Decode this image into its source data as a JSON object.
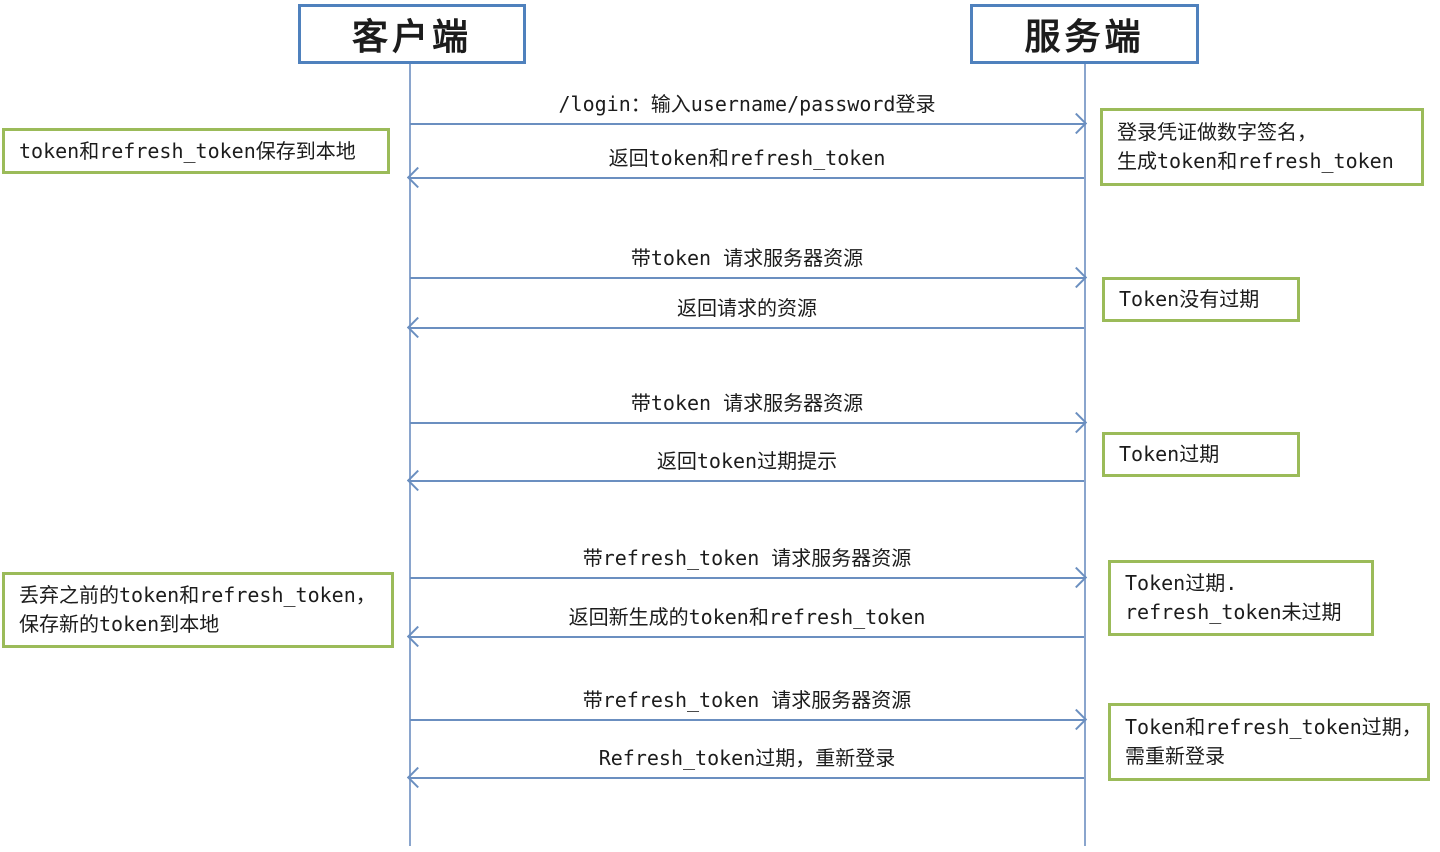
{
  "diagram": {
    "type": "sequence",
    "actors": [
      {
        "id": "client",
        "label": "客户端"
      },
      {
        "id": "server",
        "label": "服务端"
      }
    ],
    "messages": [
      {
        "dir": "right",
        "label": "/login：输入username/password登录"
      },
      {
        "dir": "left",
        "label": "返回token和refresh_token"
      },
      {
        "dir": "right",
        "label": "带token 请求服务器资源"
      },
      {
        "dir": "left",
        "label": "返回请求的资源"
      },
      {
        "dir": "right",
        "label": "带token 请求服务器资源"
      },
      {
        "dir": "left",
        "label": "返回token过期提示"
      },
      {
        "dir": "right",
        "label": "带refresh_token 请求服务器资源"
      },
      {
        "dir": "left",
        "label": "返回新生成的token和refresh_token"
      },
      {
        "dir": "right",
        "label": "带refresh_token 请求服务器资源"
      },
      {
        "dir": "left",
        "label": "Refresh_token过期，重新登录"
      }
    ],
    "notes": [
      {
        "side": "left",
        "line1": "token和refresh_token保存到本地"
      },
      {
        "side": "right",
        "line1": "登录凭证做数字签名，",
        "line2": "生成token和refresh_token"
      },
      {
        "side": "right",
        "line1": "Token没有过期"
      },
      {
        "side": "right",
        "line1": "Token过期"
      },
      {
        "side": "right",
        "line1": "Token过期.",
        "line2": "refresh_token未过期"
      },
      {
        "side": "left",
        "line1": "丢弃之前的token和refresh_token，",
        "line2": "保存新的token到本地"
      },
      {
        "side": "right",
        "line1": "Token和refresh_token过期，",
        "line2": "需重新登录"
      }
    ],
    "colors": {
      "actor": "#4f81bd",
      "arrow": "#6b8fc0",
      "lifeline": "#8aa5cd",
      "note": "#9bbb59",
      "ink": "#1c1c1c"
    }
  }
}
